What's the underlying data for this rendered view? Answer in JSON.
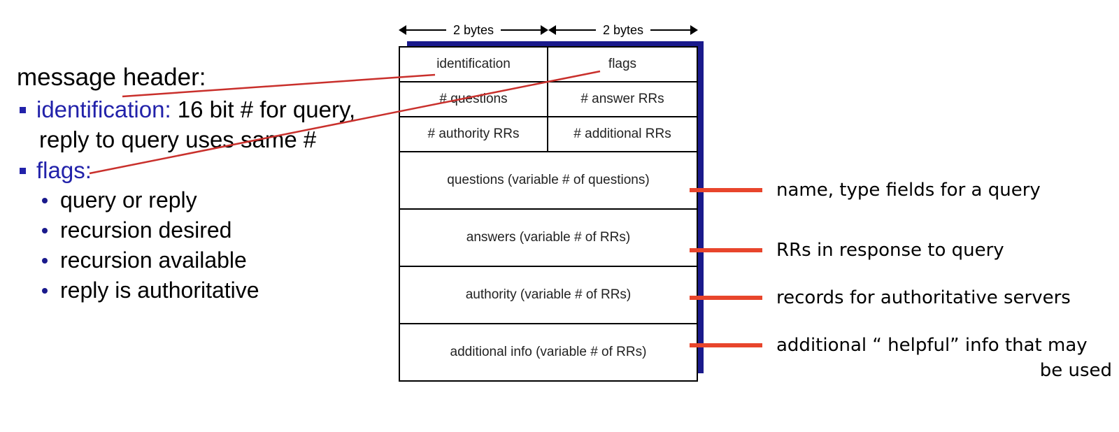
{
  "left_panel": {
    "title": "message header:",
    "bullets": [
      {
        "keyword": "identification:",
        "text": " 16 bit # for query,",
        "continuation": "reply to query uses same #"
      },
      {
        "keyword": "flags:",
        "text": "",
        "continuation": ""
      }
    ],
    "sub_bullets": [
      "query or reply",
      "recursion desired",
      "recursion available",
      "reply is authoritative"
    ]
  },
  "diagram": {
    "scale_labels": [
      "2 bytes",
      "2 bytes"
    ],
    "rows": [
      {
        "type": "split",
        "cells": [
          "identification",
          "flags"
        ]
      },
      {
        "type": "split",
        "cells": [
          "# questions",
          "# answer RRs"
        ]
      },
      {
        "type": "split",
        "cells": [
          "# authority RRs",
          "# additional RRs"
        ]
      },
      {
        "type": "full",
        "cells": [
          "questions (variable # of questions)"
        ]
      },
      {
        "type": "full",
        "cells": [
          "answers (variable # of RRs)"
        ]
      },
      {
        "type": "full",
        "cells": [
          "authority (variable # of RRs)"
        ]
      },
      {
        "type": "full",
        "cells": [
          "additional info (variable # of RRs)"
        ]
      }
    ]
  },
  "annotations": [
    {
      "line1": "name, type fields for a query",
      "line2": ""
    },
    {
      "line1": "RRs in response to query",
      "line2": ""
    },
    {
      "line1": "records for authoritative servers",
      "line2": ""
    },
    {
      "line1": "additional “ helpful” info that may",
      "line2": "be used"
    }
  ],
  "colors": {
    "keyword_blue": "#2222aa",
    "shadow_blue": "#1a1a8c",
    "leader_red": "#c9302c",
    "connector_orange": "#e8452c",
    "text_black": "#000000"
  }
}
